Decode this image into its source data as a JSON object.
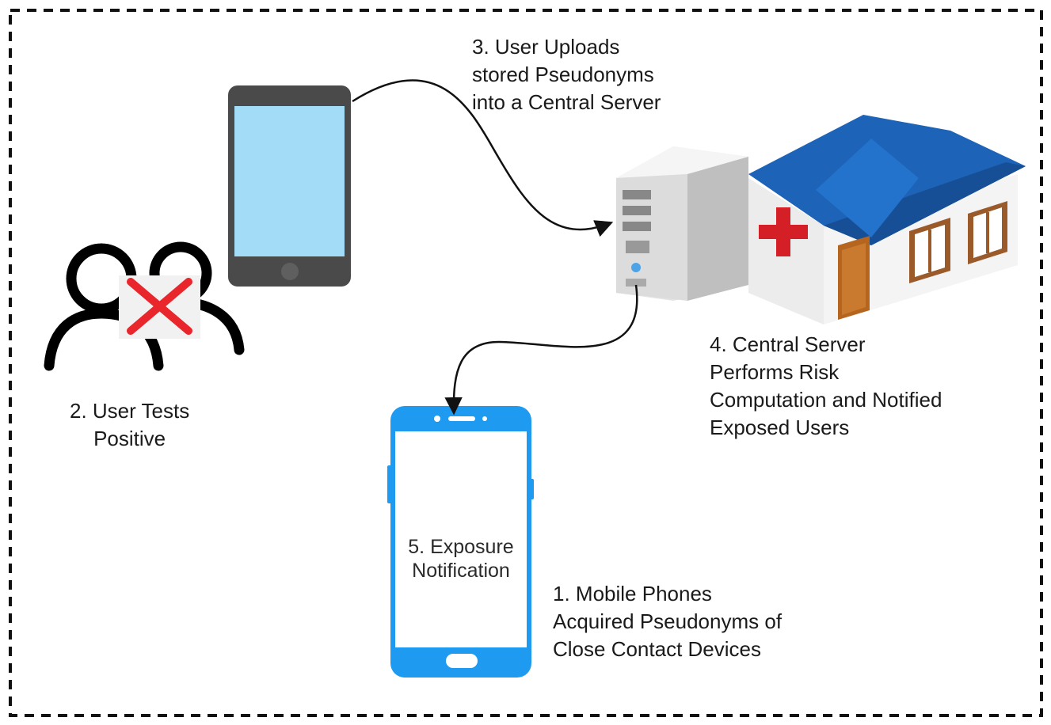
{
  "steps": {
    "step1": {
      "lines": [
        "1. Mobile Phones",
        "Acquired Pseudonyms of",
        "Close Contact Devices"
      ]
    },
    "step2": {
      "lines": [
        "2. User Tests",
        "Positive"
      ]
    },
    "step3": {
      "lines": [
        "3. User Uploads",
        "stored Pseudonyms",
        "into a Central Server"
      ]
    },
    "step4": {
      "lines": [
        "4. Central Server",
        "Performs Risk",
        "Computation and Notified",
        "Exposed Users"
      ]
    },
    "step5": {
      "lines": [
        "5. Exposure",
        "Notification"
      ]
    }
  },
  "icons": {
    "infected_users": "users-with-cross-icon",
    "tablet": "tablet-icon",
    "server": "server-tower-icon",
    "hospital": "hospital-icon",
    "phone": "smartphone-icon"
  },
  "colors": {
    "frame": "#111111",
    "phone_blue": "#1e9bf0",
    "tablet_screen": "#a3dcf7",
    "tablet_body": "#4a4a4a",
    "hospital_roof": "#1d63b8",
    "hospital_cross": "#d51f26",
    "cross_mark": "#e8262c"
  }
}
